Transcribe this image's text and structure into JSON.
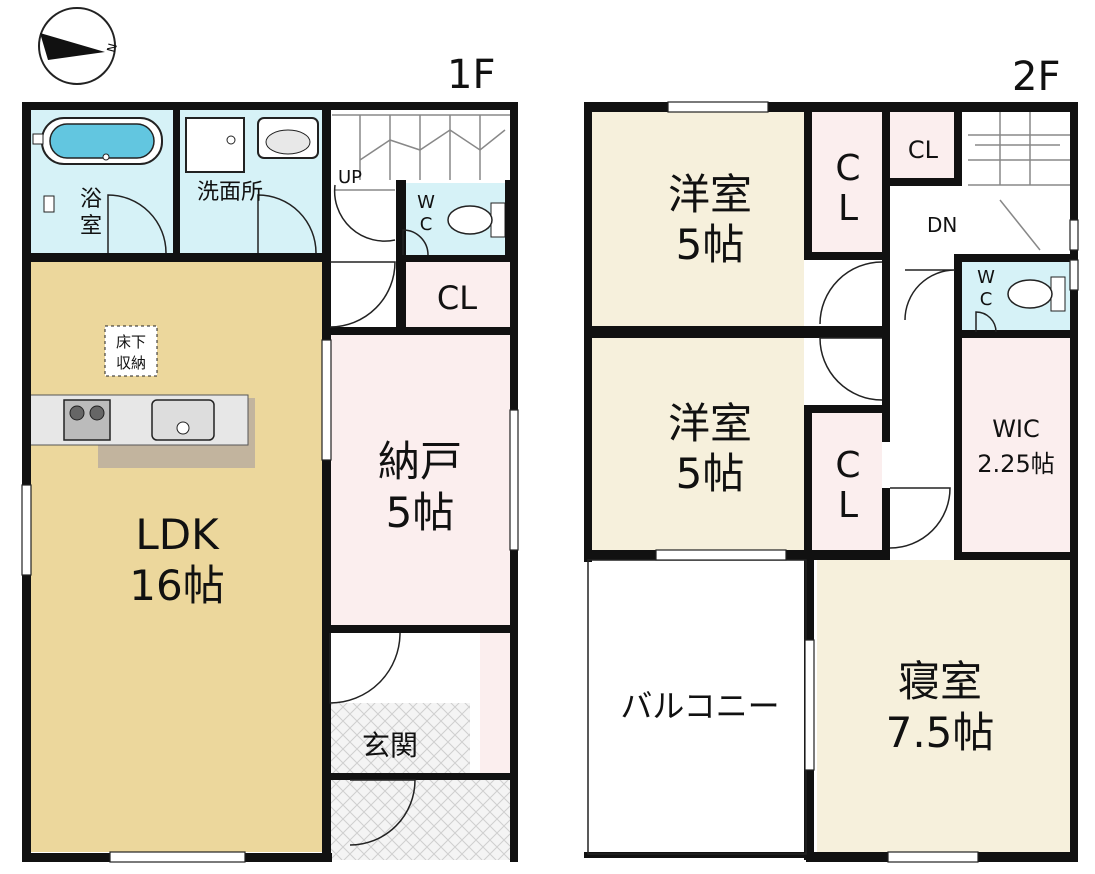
{
  "floors": {
    "first": {
      "label": "1F",
      "rooms": {
        "bath_a": "浴",
        "bath_b": "室",
        "washroom": "洗面所",
        "wc_a": "W",
        "wc_b": "C",
        "closet": "CL",
        "storage_a": "床下",
        "storage_b": "収納",
        "ldk_name": "LDK",
        "ldk_size": "16帖",
        "nando_name": "納戸",
        "nando_size": "5帖",
        "entrance": "玄関",
        "stairs_up": "UP"
      }
    },
    "second": {
      "label": "2F",
      "rooms": {
        "western1_name": "洋室",
        "western1_size": "5帖",
        "western2_name": "洋室",
        "western2_size": "5帖",
        "cl1_a": "C",
        "cl1_b": "L",
        "cl2_a": "C",
        "cl2_b": "L",
        "cl3": "CL",
        "stairs_down": "DN",
        "wc_a": "W",
        "wc_b": "C",
        "wic_name": "WIC",
        "wic_size": "2.25帖",
        "balcony": "バルコニー",
        "bedroom_name": "寝室",
        "bedroom_size": "7.5帖"
      }
    }
  },
  "compass": {
    "north": "N"
  },
  "colors": {
    "wall": "#111111",
    "ldk_floor": "#ecd79c",
    "beige_room": "#f6f0dc",
    "pink_room": "#fbeeee",
    "wet_room": "#d6f2f7",
    "tub": "#62c6e0",
    "kitchen_counter": "#e7e7e7",
    "kitchen_back": "#c2b49e"
  }
}
